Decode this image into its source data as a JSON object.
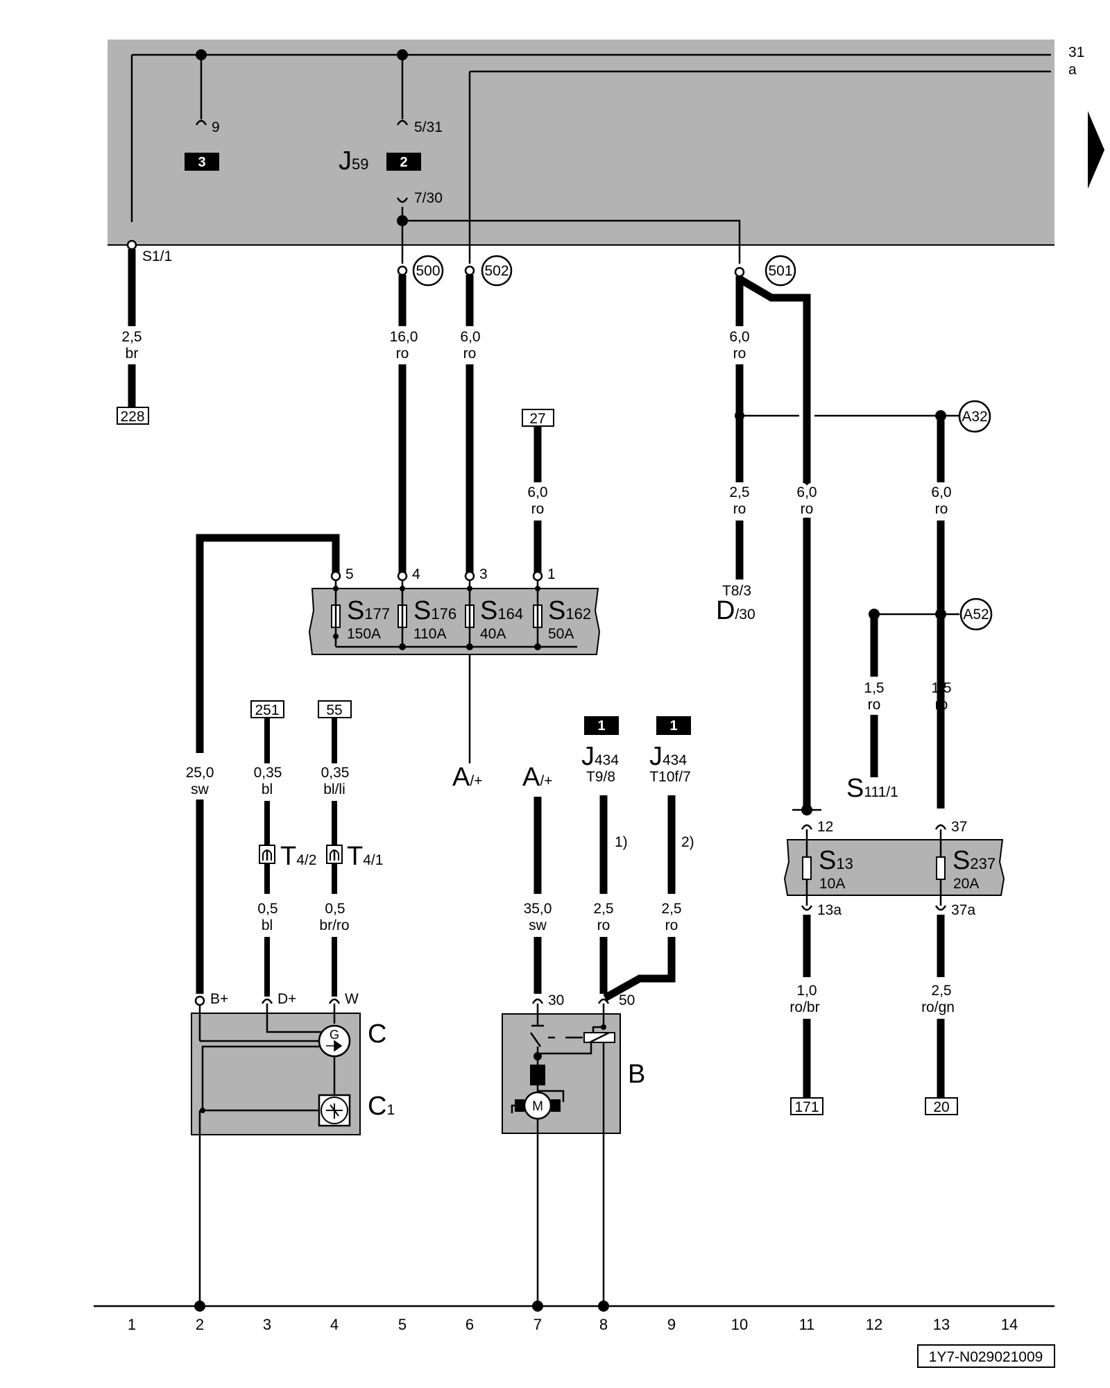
{
  "edge_labels": {
    "ground": "31",
    "a": "a"
  },
  "control_unit": {
    "name": "J",
    "name_sub": "59",
    "pin_9": "9",
    "pin_5_31": "5/31",
    "pin_7_30": "7/30",
    "badge_left": "3",
    "badge_right": "2",
    "pin_s1_1": "S1/1"
  },
  "circle_refs": {
    "c500": "500",
    "c502": "502",
    "c501": "501",
    "a32": "A32",
    "a52": "A52"
  },
  "ref_boxes": {
    "r228": "228",
    "r27": "27",
    "r251": "251",
    "r55": "55",
    "r171": "171",
    "r20": "20"
  },
  "wires": {
    "w1": [
      "2,5",
      "br"
    ],
    "w5": [
      "16,0",
      "ro"
    ],
    "w6": [
      "6,0",
      "ro"
    ],
    "w7": [
      "6,0",
      "ro"
    ],
    "w10a": [
      "6,0",
      "ro"
    ],
    "w10b": [
      "2,5",
      "ro"
    ],
    "w11": [
      "6,0",
      "ro"
    ],
    "w13a": [
      "6,0",
      "ro"
    ],
    "w12": [
      "1,5",
      "ro"
    ],
    "w13b": [
      "1,5",
      "ro"
    ],
    "w2": [
      "25,0",
      "sw"
    ],
    "w3a": [
      "0,35",
      "bl"
    ],
    "w4a": [
      "0,35",
      "bl/li"
    ],
    "w3b": [
      "0,5",
      "bl"
    ],
    "w4b": [
      "0,5",
      "br/ro"
    ],
    "w7b": [
      "35,0",
      "sw"
    ],
    "w8": [
      "2,5",
      "ro"
    ],
    "w9": [
      "2,5",
      "ro"
    ],
    "w11b": [
      "1,0",
      "ro/br"
    ],
    "w13c": [
      "2,5",
      "ro/gn"
    ]
  },
  "fuse_box_1": {
    "pins": [
      "5",
      "4",
      "3",
      "1"
    ],
    "fuses": [
      {
        "name": "S",
        "sub": "177",
        "rating": "150A"
      },
      {
        "name": "S",
        "sub": "176",
        "rating": "110A"
      },
      {
        "name": "S",
        "sub": "164",
        "rating": "40A"
      },
      {
        "name": "S",
        "sub": "162",
        "rating": "50A"
      }
    ]
  },
  "fuse_box_2": {
    "pins_top": [
      "12",
      "37"
    ],
    "pins_bottom": [
      "13a",
      "37a"
    ],
    "fuses": [
      {
        "name": "S",
        "sub": "13",
        "rating": "10A"
      },
      {
        "name": "S",
        "sub": "237",
        "rating": "20A"
      }
    ]
  },
  "labels": {
    "t8_3": "T8/3",
    "d30": {
      "name": "D",
      "sub": "/30"
    },
    "s111": {
      "name": "S",
      "sub": "111/1"
    },
    "a_plus_1": {
      "name": "A",
      "sub": "/+"
    },
    "a_plus_2": {
      "name": "A",
      "sub": "/+"
    },
    "j434_1": {
      "badge": "1",
      "name": "J",
      "sub": "434",
      "pin": "T9/8"
    },
    "j434_2": {
      "badge": "1",
      "name": "J",
      "sub": "434",
      "pin": "T10f/7"
    },
    "note1": "1)",
    "note2": "2)",
    "t4_2": {
      "name": "T",
      "sub": "4/2"
    },
    "t4_1": {
      "name": "T",
      "sub": "4/1"
    }
  },
  "alternator": {
    "pins": [
      "B+",
      "D+",
      "W"
    ],
    "label": "C",
    "regulator": {
      "name": "C",
      "sub": "1"
    },
    "gen_symbol": "G"
  },
  "starter": {
    "pins": [
      "30",
      "50"
    ],
    "label": "B",
    "motor_symbol": "M"
  },
  "ground_numbers": [
    "1",
    "2",
    "3",
    "4",
    "5",
    "6",
    "7",
    "8",
    "9",
    "10",
    "11",
    "12",
    "13",
    "14"
  ],
  "doc_id": "1Y7-N029021009"
}
